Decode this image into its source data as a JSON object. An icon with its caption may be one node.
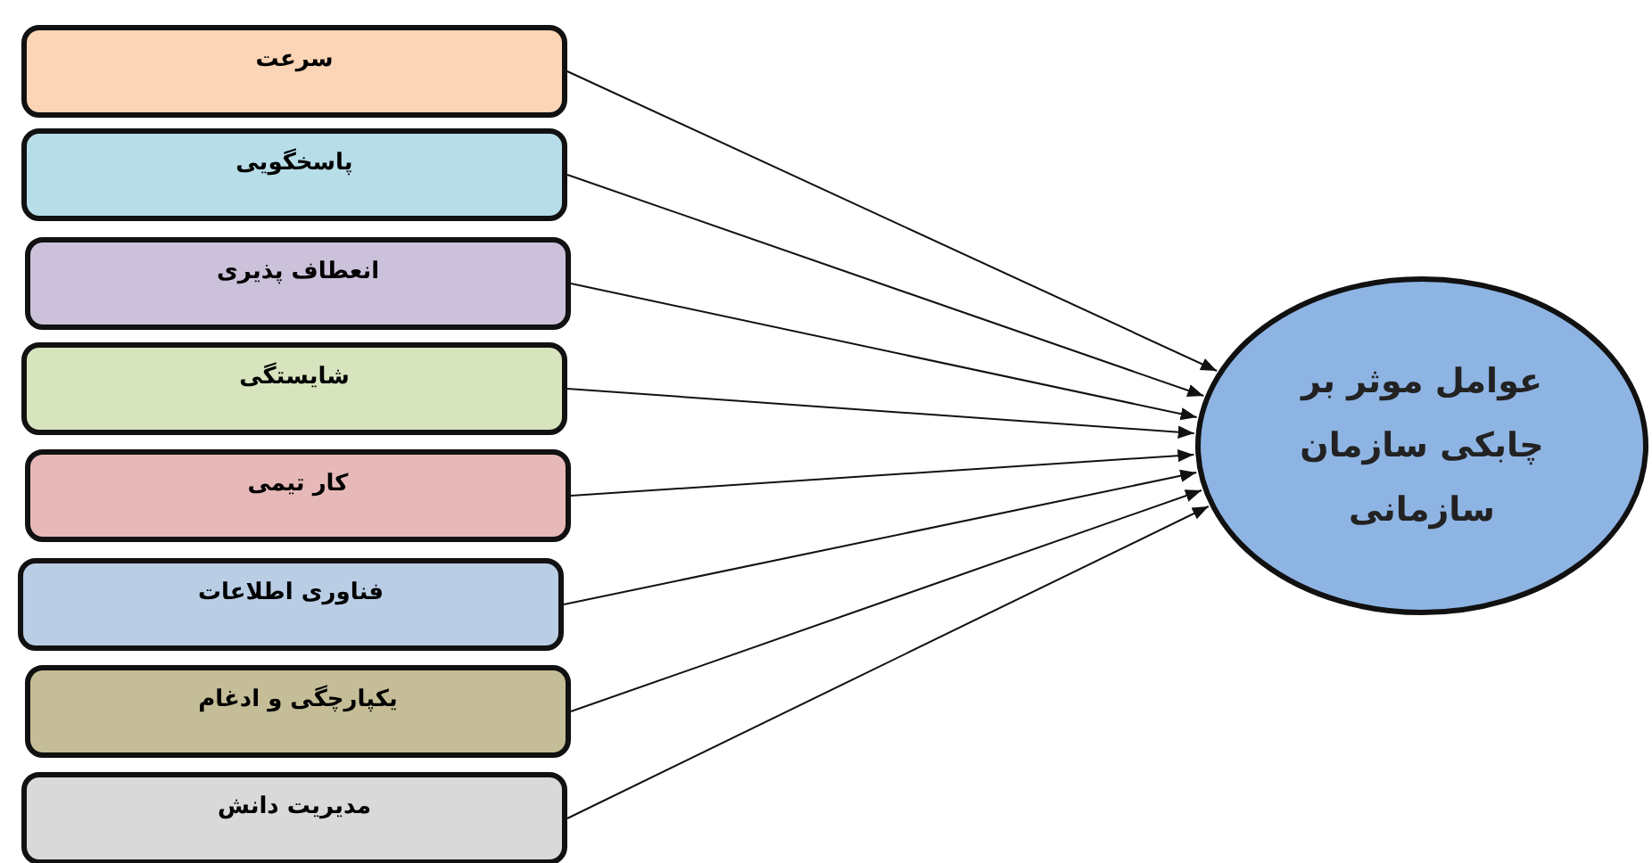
{
  "diagram": {
    "nodes": [
      {
        "text": [
          "سرعت"
        ]
      },
      {
        "text": [
          "پاسخگویی"
        ]
      },
      {
        "text": [
          "انعطاف پذیری"
        ]
      },
      {
        "text": [
          "شایستگی"
        ]
      },
      {
        "text": [
          "کار تیمی"
        ]
      },
      {
        "text": [
          "فناوری اطلاعات"
        ]
      },
      {
        "text": [
          "یکپارچگی و ادغام"
        ]
      },
      {
        "text": [
          "مدیریت دانش"
        ]
      },
      {
        "text": [
          "عوامل موثر بر چابکی سازمان سازمانی"
        ]
      }
    ],
    "edges": [
      {
        "from": 0,
        "to": 8,
        "arrow": "to"
      },
      {
        "from": 1,
        "to": 8,
        "arrow": "to"
      },
      {
        "from": 2,
        "to": 8,
        "arrow": "to"
      },
      {
        "from": 3,
        "to": 8,
        "arrow": "to"
      },
      {
        "from": 4,
        "to": 8,
        "arrow": "to"
      },
      {
        "from": 5,
        "to": 8,
        "arrow": "to"
      },
      {
        "from": 6,
        "to": 8,
        "arrow": "to"
      },
      {
        "from": 7,
        "to": 8,
        "arrow": "to"
      }
    ]
  }
}
